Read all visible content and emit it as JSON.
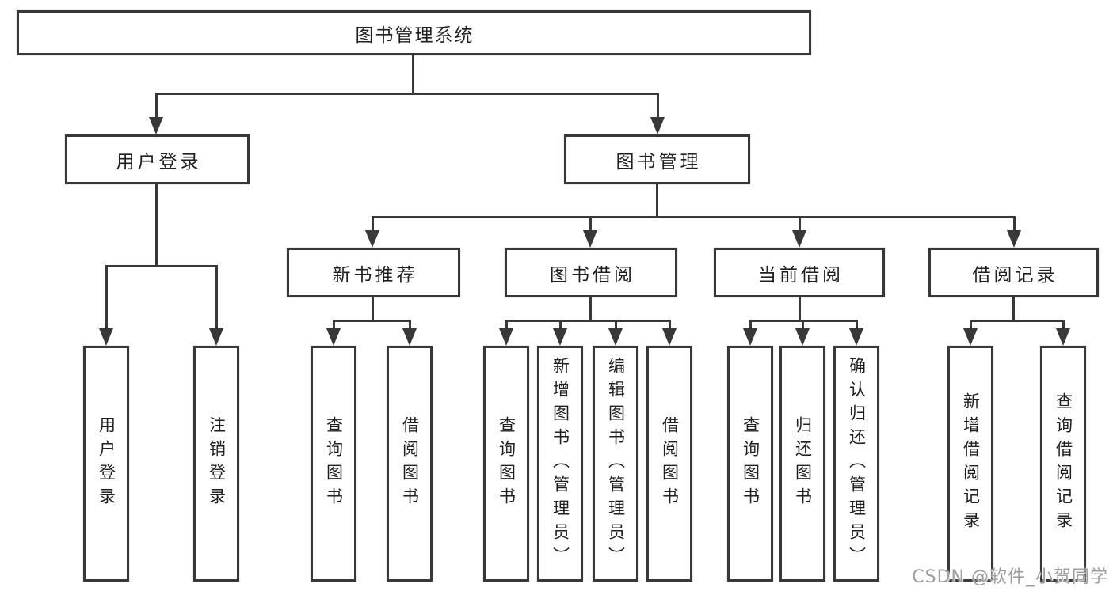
{
  "tree": {
    "label": "图书管理系统",
    "children": [
      {
        "label": "用户登录",
        "children": [
          {
            "label": "用户登录"
          },
          {
            "label": "注销登录"
          }
        ]
      },
      {
        "label": "图书管理",
        "children": [
          {
            "label": "新书推荐",
            "children": [
              {
                "label": "查询图书"
              },
              {
                "label": "借阅图书"
              }
            ]
          },
          {
            "label": "图书借阅",
            "children": [
              {
                "label": "查询图书"
              },
              {
                "label": "新增图书（管理员）"
              },
              {
                "label": "编辑图书（管理员）"
              },
              {
                "label": "借阅图书"
              }
            ]
          },
          {
            "label": "当前借阅",
            "children": [
              {
                "label": "查询图书"
              },
              {
                "label": "归还图书"
              },
              {
                "label": "确认归还（管理员）"
              }
            ]
          },
          {
            "label": "借阅记录",
            "children": [
              {
                "label": "新增借阅记录"
              },
              {
                "label": "查询借阅记录"
              }
            ]
          }
        ]
      }
    ]
  },
  "watermark": {
    "text": "CSDN @软件_小贺同学"
  },
  "colors": {
    "line": "#383838",
    "text": "#1f1f1f",
    "watermark": "#9e9e9e",
    "background": "#ffffff"
  }
}
